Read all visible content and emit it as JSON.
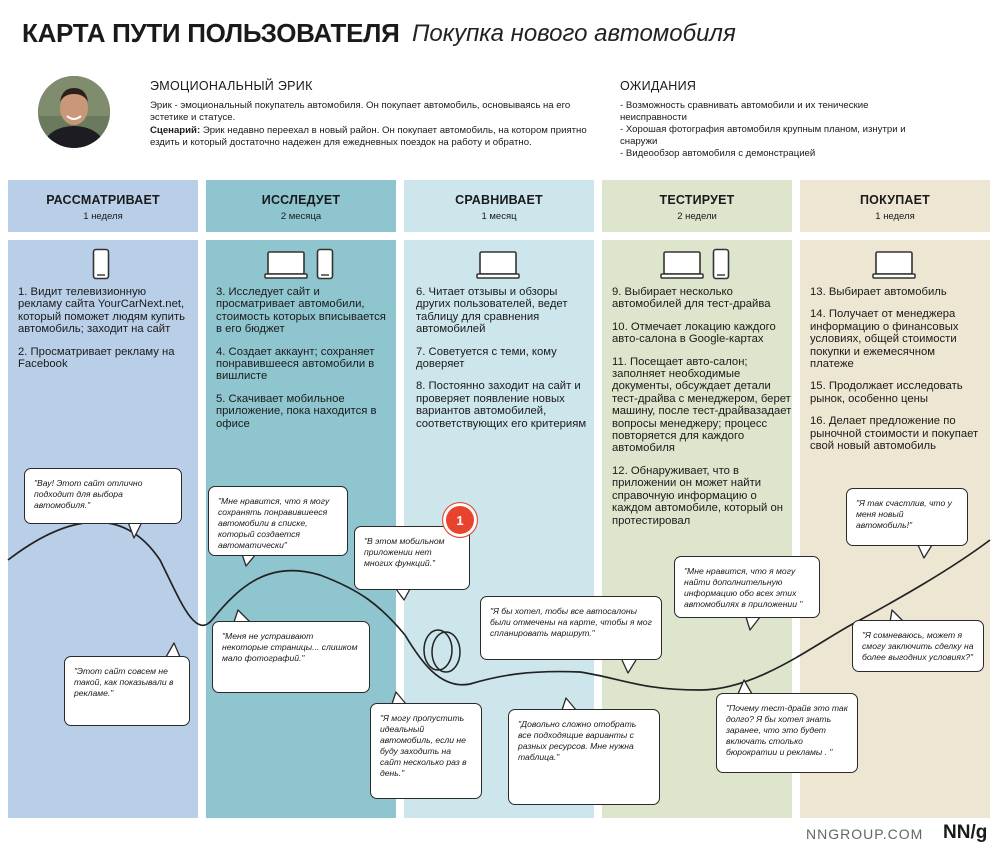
{
  "header": {
    "title": "КАРТА ПУТИ ПОЛЬЗОВАТЕЛЯ",
    "subtitle": "Покупка нового автомобиля"
  },
  "persona": {
    "name": "ЭМОЦИОНАЛЬНЫЙ ЭРИК",
    "description": "Эрик - эмоциональный покупатель автомобиля. Он покупает автомобиль, основываясь на его эстетике и статусе.",
    "scenario_label": "Сценарий:",
    "scenario": " Эрик недавно переехал в новый район. Он покупает автомобиль, на котором приятно ездить и который достаточно надежен для ежедневных поездок на работу и обратно."
  },
  "expectations": {
    "title": "ОЖИДАНИЯ",
    "items": [
      "- Возможность сравнивать автомобили и их тенические неисправности",
      "- Хорошая фотография автомобиля крупным планом, изнутри и снаружи",
      "- Видеообзор автомобиля с демонстрацией"
    ]
  },
  "colors": {
    "stage1": "#b9cfe7",
    "stage2": "#8fc5cf",
    "stage3": "#cde6ec",
    "stage4": "#dde5cd",
    "stage5": "#ece6d2",
    "marker": "#e8432d"
  },
  "stages": [
    {
      "name": "РАССМАТРИВАЕТ",
      "duration": "1 неделя",
      "steps": [
        "1. Видит телевизионную рекламу сайта YourCarNext.net, который поможет людям купить автомобиль; заходит на сайт",
        "2. Просматривает рекламу на Facebook"
      ]
    },
    {
      "name": "ИССЛЕДУЕТ",
      "duration": "2 месяца",
      "steps": [
        "3. Исследует сайт и просматривает автомобили, стоимость которых вписывается в его бюджет",
        "4. Создает аккаунт; сохраняет понравившееся автомобили в вишлисте",
        "5. Скачивает мобильное приложение, пока находится в офисе"
      ]
    },
    {
      "name": "СРАВНИВАЕТ",
      "duration": "1 месяц",
      "steps": [
        "6. Читает отзывы и обзоры других пользователей, ведет таблицу для сравнения автомобилей",
        "7. Советуется с теми, кому доверяет",
        "8. Постоянно заходит на сайт и проверяет появление новых вариантов автомобилей, соответствующих его критериям"
      ]
    },
    {
      "name": "ТЕСТИРУЕТ",
      "duration": "2 недели",
      "steps": [
        "9. Выбирает несколько автомобилей для тест-драйва",
        "10. Отмечает локацию каждого авто-салона в Google-картах",
        "11. Посещает авто-салон; заполняет необходимые документы, обсуждает детали тест-драйва с менеджером, берет машину, после тест-драйвазадает вопросы менеджеру; процесс повторяется для каждого автомобиля",
        "12. Обнаруживает, что в приложении он может найти справочную информацию о каждом автомобиле, который он протестировал"
      ]
    },
    {
      "name": "ПОКУПАЕТ",
      "duration": "1 неделя",
      "steps": [
        "13. Выбирает автомобиль",
        "14. Получает от менеджера информацию о финансовых условиях, общей стоимости покупки и ежемесячном платеже",
        "15. Продолжает исследовать рынок, особенно цены",
        "16. Делает предложение по рыночной стоимости и покупает свой новый автомобиль"
      ]
    }
  ],
  "quotes": {
    "q1": "\"Вау! Этот сайт отлично подходит для выбора автомобиля.\"",
    "q2": "\"Этот сайт совсем не такой, как показывали в рекламе.\"",
    "q3": "\"Мне нравится, что я могу сохранять понравившееся автомобили в списке, который создается автоматически\"",
    "q4": "\"Меня не устраивают некоторые страницы... слишком мало фотографий.\"",
    "q5": "\"В этом мобильном приложении нет многих функций.\"",
    "q6": "\"Я могу пропустить идеальный автомобиль, если не буду заходить на сайт несколько раз в день.\"",
    "q7": "\"Я бы хотел, тобы все автосалоны были отмечены на карте, чтобы я мог спланировать маршрут.\"",
    "q8": "\"Довольно сложно отобрать все подходящие варианты с разных ресурсов. Мне нужна таблица.\"",
    "q9": "\"Мне нравится, что я могу найти дополнительную информацию обо всех этих автомобилях в приложении \"",
    "q10": "\"Почему тест-драйв это так долго? Я бы хотел знать заранее, что это будет включать столько бюрократии и рекламы . \"",
    "q11": "\"Я так счастлив, что у меня новый автомобиль!\"",
    "q12": "\"Я сомневаюсь, может я смогу заключить сделку на более выгодних условиях?\""
  },
  "marker_label": "1",
  "footer": {
    "site": "NNGROUP.COM",
    "logo": "NN/g"
  }
}
